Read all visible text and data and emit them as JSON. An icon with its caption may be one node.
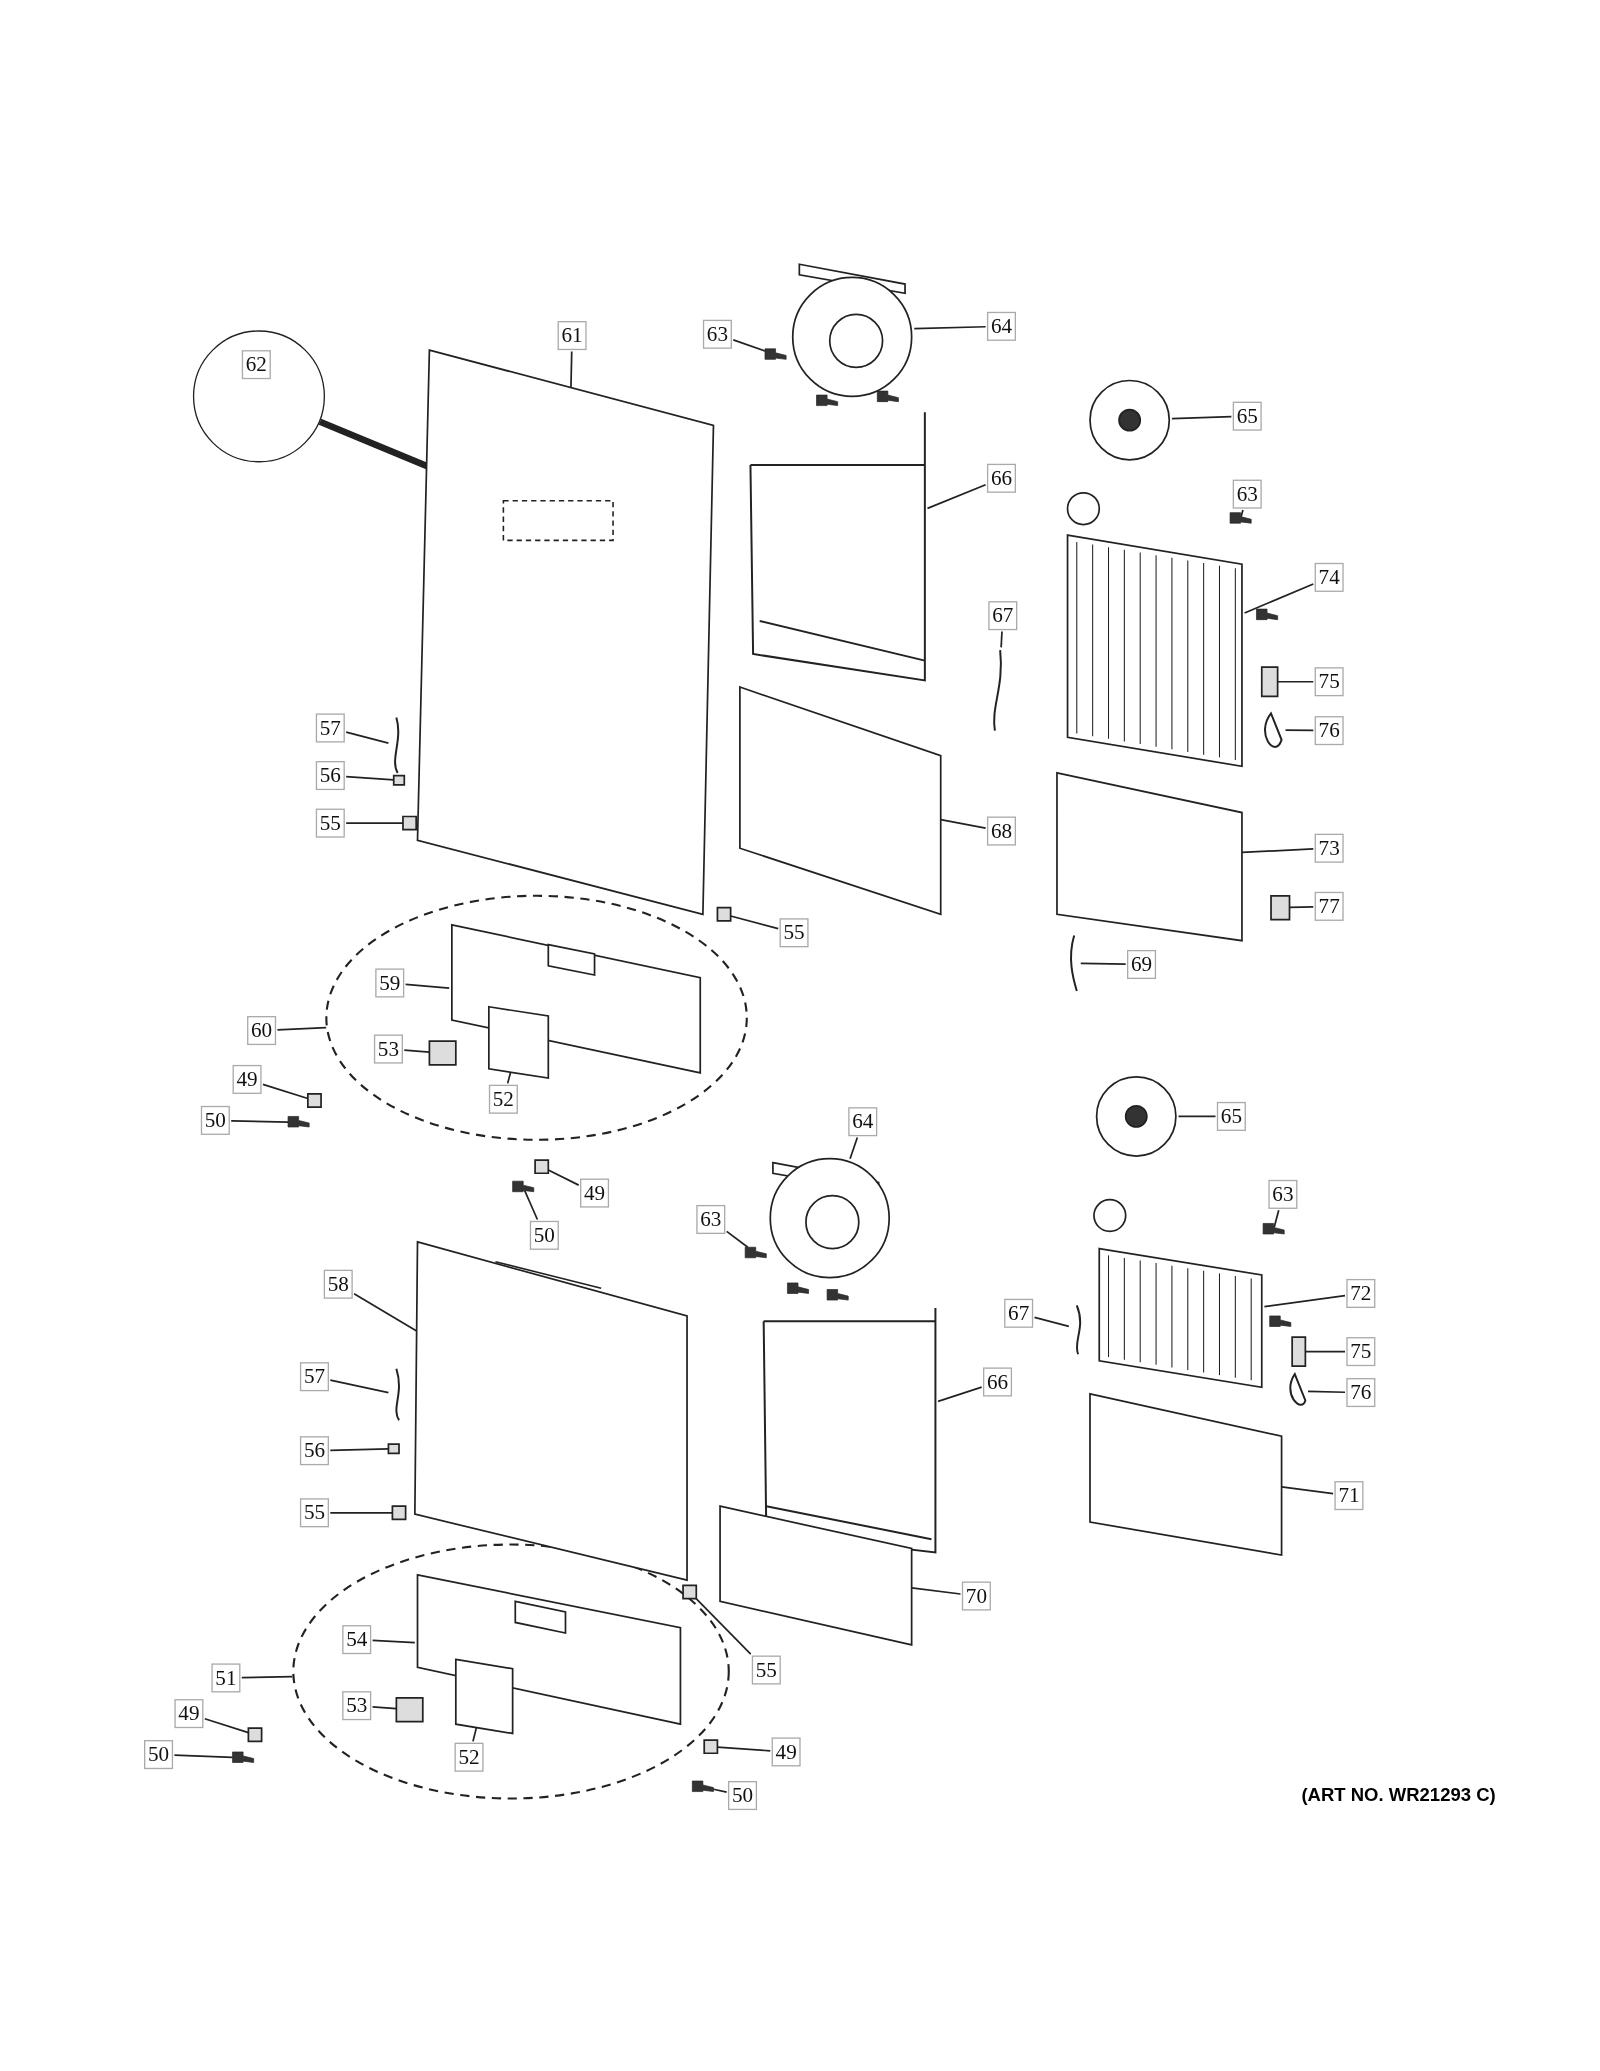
{
  "diagram": {
    "nodes": [
      {
        "text": [
          "61"
        ]
      },
      {
        "text": [
          "63"
        ]
      },
      {
        "text": [
          "64"
        ]
      },
      {
        "text": [
          "62"
        ]
      },
      {
        "text": [
          "65"
        ]
      },
      {
        "text": [
          "66"
        ]
      },
      {
        "text": [
          "63"
        ]
      },
      {
        "text": [
          "74"
        ]
      },
      {
        "text": [
          "67"
        ]
      },
      {
        "text": [
          "57"
        ]
      },
      {
        "text": [
          "75"
        ]
      },
      {
        "text": [
          "76"
        ]
      },
      {
        "text": [
          "56"
        ]
      },
      {
        "text": [
          "55"
        ]
      },
      {
        "text": [
          "68"
        ]
      },
      {
        "text": [
          "73"
        ]
      },
      {
        "text": [
          "77"
        ]
      },
      {
        "text": [
          "55"
        ]
      },
      {
        "text": [
          "69"
        ]
      },
      {
        "text": [],
        "shape": "ellipse"
      },
      {
        "text": [
          "59"
        ],
        "in": 19
      },
      {
        "text": [
          "60"
        ]
      },
      {
        "text": [
          "53"
        ],
        "in": 19
      },
      {
        "text": [
          "49"
        ]
      },
      {
        "text": [
          "52"
        ],
        "in": 19
      },
      {
        "text": [
          "50"
        ]
      },
      {
        "text": [
          "64"
        ]
      },
      {
        "text": [
          "65"
        ]
      },
      {
        "text": [
          "49"
        ]
      },
      {
        "text": [
          "63"
        ]
      },
      {
        "text": [
          "63"
        ]
      },
      {
        "text": [
          "50"
        ]
      },
      {
        "text": [
          "58"
        ]
      },
      {
        "text": [
          "72"
        ]
      },
      {
        "text": [
          "67"
        ]
      },
      {
        "text": [
          "75"
        ]
      },
      {
        "text": [
          "57"
        ]
      },
      {
        "text": [
          "66"
        ]
      },
      {
        "text": [
          "76"
        ]
      },
      {
        "text": [
          "56"
        ]
      },
      {
        "text": [
          "71"
        ]
      },
      {
        "text": [
          "55"
        ]
      },
      {
        "text": [
          "70"
        ]
      },
      {
        "text": [],
        "shape": "ellipse"
      },
      {
        "text": [
          "54"
        ],
        "in": 43
      },
      {
        "text": [
          "55"
        ]
      },
      {
        "text": [
          "51"
        ]
      },
      {
        "text": [
          "53"
        ],
        "in": 43
      },
      {
        "text": [
          "49"
        ]
      },
      {
        "text": [
          "49"
        ]
      },
      {
        "text": [
          "52"
        ],
        "in": 43
      },
      {
        "text": [
          "50"
        ]
      },
      {
        "text": [
          "50"
        ]
      },
      {
        "text": [],
        "shape": "box"
      },
      {
        "text": [],
        "shape": "box",
        "in": 53
      },
      {
        "text": [],
        "shape": "box"
      },
      {
        "text": [],
        "shape": "picture"
      },
      {
        "text": [],
        "shape": "picture"
      },
      {
        "text": [],
        "shape": "picture"
      },
      {
        "text": [],
        "shape": "box"
      },
      {
        "text": [],
        "shape": "picture"
      },
      {
        "text": [],
        "shape": "picture"
      },
      {
        "text": [],
        "shape": "picture"
      },
      {
        "text": [],
        "shape": "box"
      },
      {
        "text": [],
        "shape": "picture"
      },
      {
        "text": [],
        "shape": "box"
      },
      {
        "text": [],
        "shape": "box"
      },
      {
        "text": [],
        "shape": "box"
      },
      {
        "text": [],
        "shape": "box"
      },
      {
        "text": [],
        "shape": "box"
      },
      {
        "text": [],
        "shape": "box"
      },
      {
        "text": [],
        "shape": "picture"
      },
      {
        "text": [],
        "shape": "picture",
        "in": 19
      },
      {
        "text": [],
        "shape": "box",
        "in": 19
      },
      {
        "text": [],
        "shape": "box",
        "in": 19
      },
      {
        "text": [],
        "shape": "box"
      },
      {
        "text": [],
        "shape": "box"
      },
      {
        "text": [],
        "shape": "picture"
      },
      {
        "text": [],
        "shape": "picture"
      },
      {
        "text": [],
        "shape": "box"
      },
      {
        "text": [],
        "shape": "box"
      },
      {
        "text": [],
        "shape": "box"
      },
      {
        "text": [],
        "shape": "box"
      },
      {
        "text": [],
        "shape": "picture"
      },
      {
        "text": [],
        "shape": "picture"
      },
      {
        "text": [],
        "shape": "picture"
      },
      {
        "text": [],
        "shape": "box"
      },
      {
        "text": [],
        "shape": "picture"
      },
      {
        "text": [],
        "shape": "picture"
      },
      {
        "text": [],
        "shape": "picture"
      },
      {
        "text": [],
        "shape": "box"
      },
      {
        "text": [],
        "shape": "box"
      },
      {
        "text": [],
        "shape": "box"
      },
      {
        "text": [],
        "shape": "box"
      },
      {
        "text": [],
        "shape": "picture",
        "in": 43
      },
      {
        "text": [],
        "shape": "box"
      },
      {
        "text": [],
        "shape": "box",
        "in": 43
      },
      {
        "text": [],
        "shape": "box"
      },
      {
        "text": [],
        "shape": "box"
      },
      {
        "text": [],
        "shape": "box",
        "in": 43
      },
      {
        "text": [],
        "shape": "box"
      },
      {
        "text": [],
        "shape": "box"
      }
    ],
    "edges": [
      {
        "from": 0,
        "to": 53,
        "arrow": "none"
      },
      {
        "from": 1,
        "to": 55,
        "arrow": "none"
      },
      {
        "from": 2,
        "to": 56,
        "arrow": "none"
      },
      {
        "from": 3,
        "to": 54,
        "arrow": "none",
        "style": "thick"
      },
      {
        "from": 4,
        "to": 57,
        "arrow": "none"
      },
      {
        "from": 5,
        "to": 58,
        "arrow": "none"
      },
      {
        "from": 6,
        "to": 59,
        "arrow": "none"
      },
      {
        "from": 7,
        "to": 60,
        "arrow": "none"
      },
      {
        "from": 8,
        "to": 61,
        "arrow": "none"
      },
      {
        "from": 9,
        "to": 62,
        "arrow": "none"
      },
      {
        "from": 10,
        "to": 63,
        "arrow": "none"
      },
      {
        "from": 11,
        "to": 64,
        "arrow": "none"
      },
      {
        "from": 12,
        "to": 65,
        "arrow": "none"
      },
      {
        "from": 13,
        "to": 66,
        "arrow": "none"
      },
      {
        "from": 14,
        "to": 67,
        "arrow": "none"
      },
      {
        "from": 15,
        "to": 68,
        "arrow": "none"
      },
      {
        "from": 16,
        "to": 69,
        "arrow": "none"
      },
      {
        "from": 17,
        "to": 70,
        "arrow": "none"
      },
      {
        "from": 18,
        "to": 71,
        "arrow": "none"
      },
      {
        "from": 20,
        "to": 72,
        "arrow": "none"
      },
      {
        "from": 21,
        "to": 19,
        "arrow": "none"
      },
      {
        "from": 22,
        "to": 73,
        "arrow": "none"
      },
      {
        "from": 23,
        "to": 75,
        "arrow": "none"
      },
      {
        "from": 24,
        "to": 74,
        "arrow": "none"
      },
      {
        "from": 25,
        "to": 76,
        "arrow": "none"
      },
      {
        "from": 26,
        "to": 77,
        "arrow": "none"
      },
      {
        "from": 27,
        "to": 78,
        "arrow": "none"
      },
      {
        "from": 28,
        "to": 79,
        "arrow": "none"
      },
      {
        "from": 29,
        "to": 80,
        "arrow": "none"
      },
      {
        "from": 30,
        "to": 81,
        "arrow": "none"
      },
      {
        "from": 31,
        "to": 82,
        "arrow": "none"
      },
      {
        "from": 32,
        "to": 83,
        "arrow": "none"
      },
      {
        "from": 33,
        "to": 84,
        "arrow": "none"
      },
      {
        "from": 34,
        "to": 85,
        "arrow": "none"
      },
      {
        "from": 35,
        "to": 86,
        "arrow": "none"
      },
      {
        "from": 36,
        "to": 87,
        "arrow": "none"
      },
      {
        "from": 37,
        "to": 88,
        "arrow": "none"
      },
      {
        "from": 38,
        "to": 89,
        "arrow": "none"
      },
      {
        "from": 39,
        "to": 90,
        "arrow": "none"
      },
      {
        "from": 40,
        "to": 91,
        "arrow": "none"
      },
      {
        "from": 41,
        "to": 92,
        "arrow": "none"
      },
      {
        "from": 42,
        "to": 93,
        "arrow": "none"
      },
      {
        "from": 44,
        "to": 94,
        "arrow": "none"
      },
      {
        "from": 45,
        "to": 95,
        "arrow": "none"
      },
      {
        "from": 46,
        "to": 43,
        "arrow": "none"
      },
      {
        "from": 47,
        "to": 96,
        "arrow": "none"
      },
      {
        "from": 48,
        "to": 97,
        "arrow": "none"
      },
      {
        "from": 49,
        "to": 98,
        "arrow": "none"
      },
      {
        "from": 50,
        "to": 99,
        "arrow": "none"
      },
      {
        "from": 51,
        "to": 100,
        "arrow": "none"
      },
      {
        "from": 52,
        "to": 101,
        "arrow": "none"
      }
    ],
    "labels": [
      "(ART NO. WR21293 C)"
    ]
  }
}
